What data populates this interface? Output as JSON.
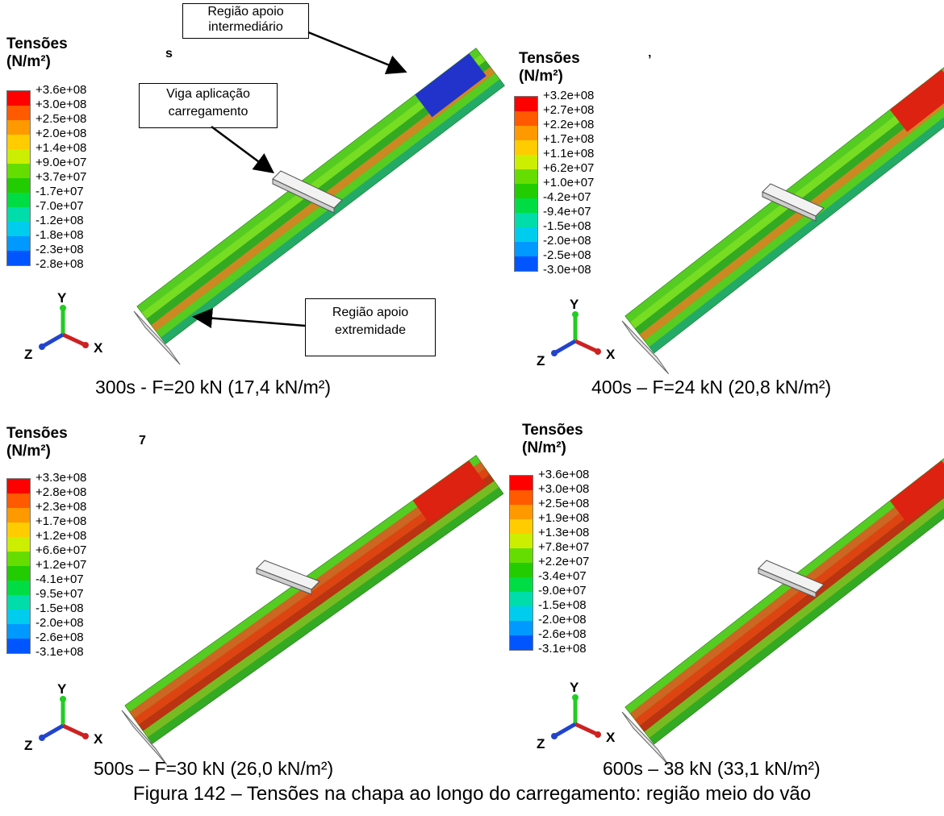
{
  "panels": [
    {
      "legend_title": [
        "Tensões",
        "(N/m²)"
      ],
      "labels": [
        "+3.6e+08",
        "+3.0e+08",
        "+2.5e+08",
        "+2.0e+08",
        "+1.4e+08",
        "+9.0e+07",
        "+3.7e+07",
        "-1.7e+07",
        "-7.0e+07",
        "-1.2e+08",
        "-1.8e+08",
        "-2.3e+08",
        "-2.8e+08"
      ],
      "caption": "300s - F=20 kN (17,4 kN/m²)",
      "stray": "s"
    },
    {
      "legend_title": [
        "Tensões",
        "(N/m²)"
      ],
      "labels": [
        "+3.2e+08",
        "+2.7e+08",
        "+2.2e+08",
        "+1.7e+08",
        "+1.1e+08",
        "+6.2e+07",
        "+1.0e+07",
        "-4.2e+07",
        "-9.4e+07",
        "-1.5e+08",
        "-2.0e+08",
        "-2.5e+08",
        "-3.0e+08"
      ],
      "caption": "400s – F=24 kN (20,8 kN/m²)",
      "stray": "ʼ"
    },
    {
      "legend_title": [
        "Tensões",
        "(N/m²)"
      ],
      "labels": [
        "+3.3e+08",
        "+2.8e+08",
        "+2.3e+08",
        "+1.7e+08",
        "+1.2e+08",
        "+6.6e+07",
        "+1.2e+07",
        "-4.1e+07",
        "-9.5e+07",
        "-1.5e+08",
        "-2.0e+08",
        "-2.6e+08",
        "-3.1e+08"
      ],
      "caption": "500s – F=30 kN (26,0 kN/m²)",
      "stray": "7"
    },
    {
      "legend_title": [
        "Tensões",
        "(N/m²)"
      ],
      "labels": [
        "+3.6e+08",
        "+3.0e+08",
        "+2.5e+08",
        "+1.9e+08",
        "+1.3e+08",
        "+7.8e+07",
        "+2.2e+07",
        "-3.4e+07",
        "-9.0e+07",
        "-1.5e+08",
        "-2.0e+08",
        "-2.6e+08",
        "-3.1e+08"
      ],
      "caption": "600s – 38 kN (33,1 kN/m²)",
      "stray": ""
    }
  ],
  "axes_labels": {
    "y": "Y",
    "z": "Z",
    "x": "X"
  },
  "colormap": [
    "#ff0000",
    "#ff5a00",
    "#ff9900",
    "#ffcc00",
    "#ccee00",
    "#66dd00",
    "#22cc00",
    "#00dd44",
    "#00ddaa",
    "#00ccee",
    "#0099ff",
    "#0055ff",
    "#0000ff"
  ],
  "callouts": {
    "apoio_intermediario": [
      "Região apoio",
      "intermediário"
    ],
    "viga": [
      "Viga aplicação",
      "carregamento"
    ],
    "apoio_extremidade": [
      "Região apoio",
      "extremidade"
    ]
  },
  "figure_caption": "Figura 142 – Tensões na chapa ao longo do carregamento: região meio do vão"
}
